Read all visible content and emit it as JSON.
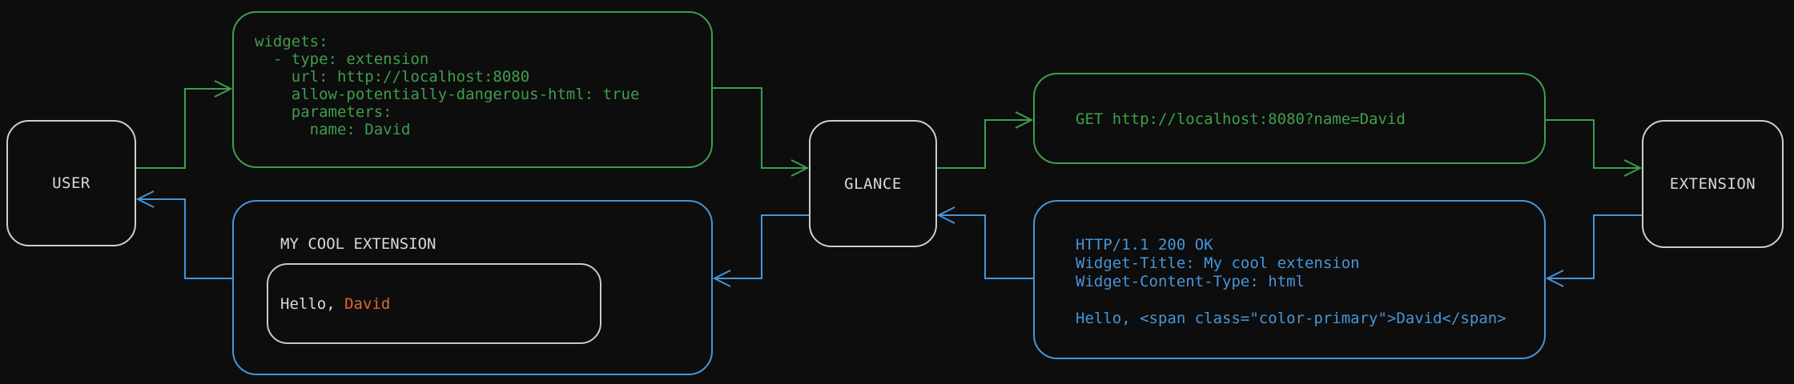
{
  "colors": {
    "background": "#0d0d0d",
    "green": "#3f9e4d",
    "blue": "#4795d8",
    "orange": "#e2662e",
    "node_border": "#cecece",
    "inner_border": "#c9c9c9",
    "text_light": "#d9d9d9"
  },
  "nodes": {
    "user": {
      "label": "USER"
    },
    "glance": {
      "label": "GLANCE"
    },
    "extension": {
      "label": "EXTENSION"
    }
  },
  "config_box": {
    "code": "widgets:\n  - type: extension\n    url: http://localhost:8080\n    allow-potentially-dangerous-html: true\n    parameters:\n      name: David"
  },
  "request_box": {
    "code": "GET http://localhost:8080?name=David"
  },
  "response_box": {
    "code": "HTTP/1.1 200 OK\nWidget-Title: My cool extension\nWidget-Content-Type: html\n\nHello, <span class=\"color-primary\">David</span>"
  },
  "widget_box": {
    "title": "MY COOL EXTENSION",
    "greeting_prefix": "Hello, ",
    "greeting_name": "David"
  },
  "flow": [
    {
      "from": "user",
      "to": "config_box",
      "color": "green"
    },
    {
      "from": "config_box",
      "to": "glance",
      "color": "green"
    },
    {
      "from": "glance",
      "to": "request_box",
      "color": "green"
    },
    {
      "from": "request_box",
      "to": "extension",
      "color": "green"
    },
    {
      "from": "extension",
      "to": "response_box",
      "color": "blue"
    },
    {
      "from": "response_box",
      "to": "glance",
      "color": "blue"
    },
    {
      "from": "glance",
      "to": "widget_box",
      "color": "blue"
    },
    {
      "from": "widget_box",
      "to": "user",
      "color": "blue"
    }
  ]
}
